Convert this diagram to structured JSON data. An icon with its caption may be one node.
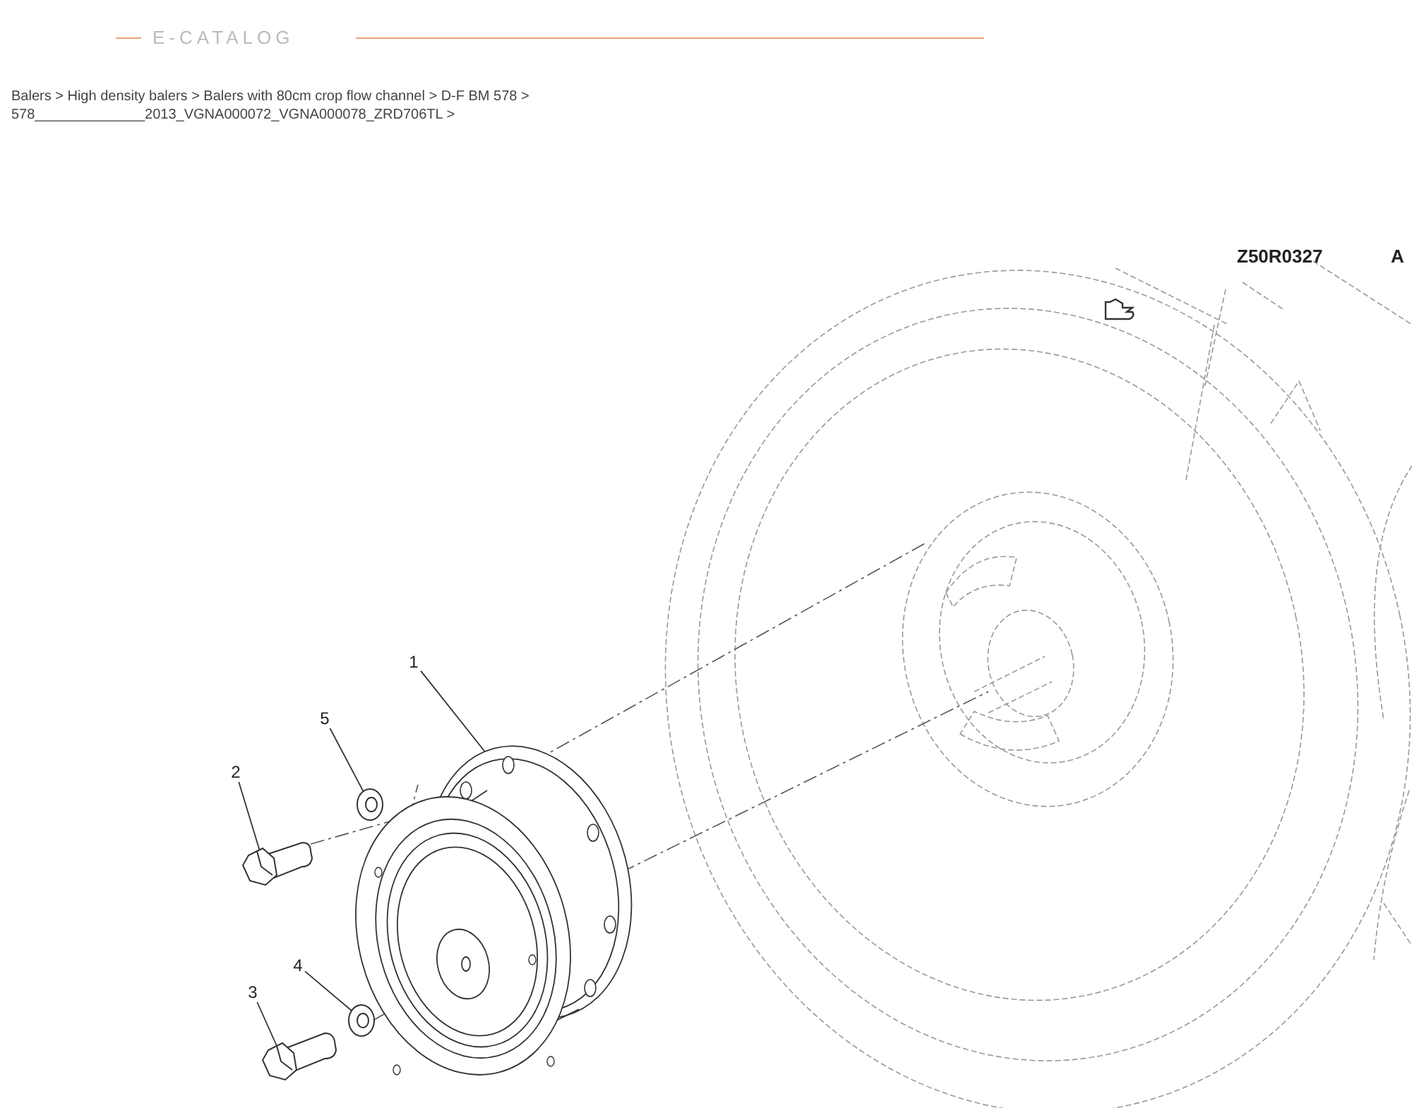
{
  "diagram": {
    "nodes": [
      {
        "text": [
          "1"
        ]
      },
      {
        "text": [
          "5"
        ]
      },
      {
        "text": [
          "2"
        ]
      },
      {
        "text": [
          "4"
        ]
      },
      {
        "text": [
          "3"
        ]
      },
      {
        "text": [],
        "shape": "picture"
      },
      {
        "text": [],
        "shape": "picture"
      },
      {
        "text": [],
        "shape": "picture"
      },
      {
        "text": [],
        "shape": "picture"
      },
      {
        "text": [],
        "shape": "picture"
      }
    ],
    "edges": [
      {
        "from": 0,
        "to": 5,
        "arrow": "none"
      },
      {
        "from": 1,
        "to": 6,
        "arrow": "none"
      },
      {
        "from": 2,
        "to": 7,
        "arrow": "none"
      },
      {
        "from": 3,
        "to": 8,
        "arrow": "none"
      },
      {
        "from": 4,
        "to": 9,
        "arrow": "none"
      }
    ],
    "labels": [
      "E-CATALOG",
      "Balers > High density balers > Balers with 80cm crop flow channel > D-F BM 578 >",
      "578______________2013_VGNA000072_VGNA000078_ZRD706TL >",
      "Z50R0327",
      "A"
    ]
  }
}
